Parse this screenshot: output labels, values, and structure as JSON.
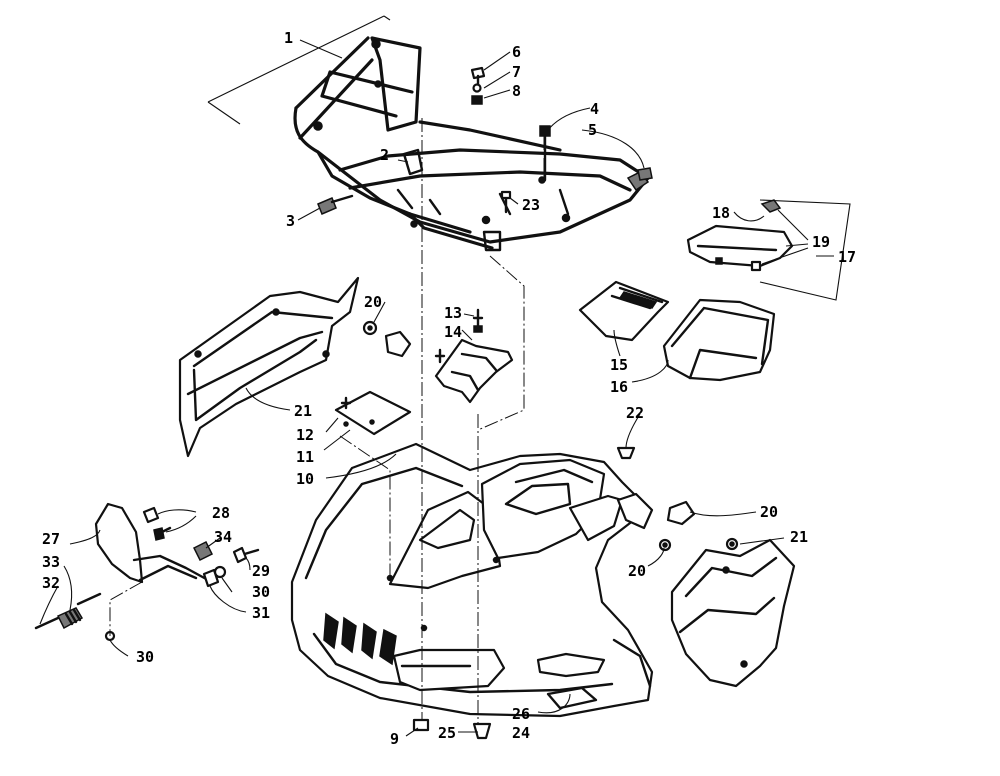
{
  "callouts": {
    "c1": "1",
    "c2": "2",
    "c3": "3",
    "c4": "4",
    "c5": "5",
    "c6": "6",
    "c7": "7",
    "c8": "8",
    "c9": "9",
    "c10": "10",
    "c11": "11",
    "c12": "12",
    "c13": "13",
    "c14": "14",
    "c15": "15",
    "c16": "16",
    "c17": "17",
    "c18": "18",
    "c19": "19",
    "c20a": "20",
    "c20b": "20",
    "c20c": "20",
    "c21a": "21",
    "c21b": "21",
    "c22": "22",
    "c23": "23",
    "c24": "24",
    "c25": "25",
    "c26": "26",
    "c27": "27",
    "c28": "28",
    "c29": "29",
    "c30a": "30",
    "c30b": "30",
    "c31": "31",
    "c32": "32",
    "c33": "33",
    "c34": "34"
  }
}
